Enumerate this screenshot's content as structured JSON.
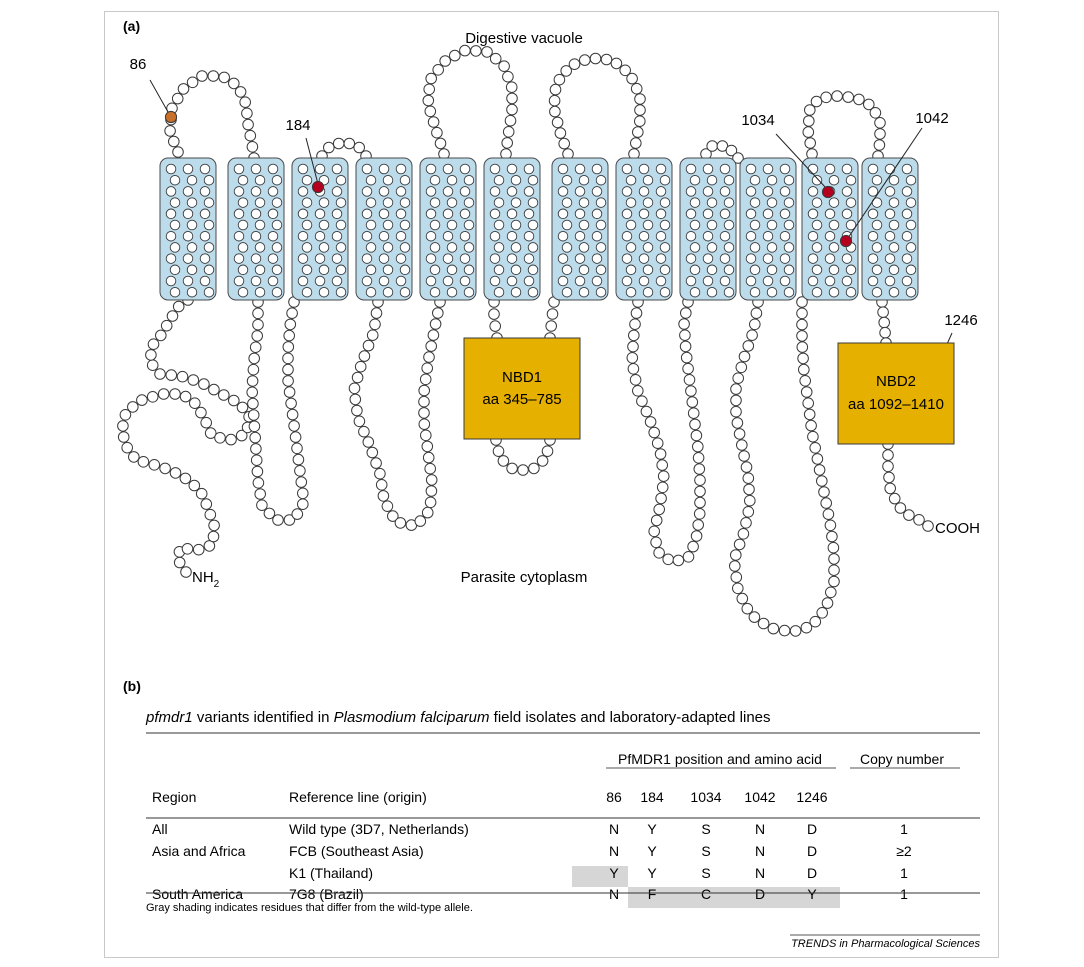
{
  "panel_a": {
    "label": "(a)",
    "top_label": "Digestive vacuole",
    "bottom_label": "Parasite cytoplasm",
    "n_terminus": "NH",
    "n_terminus_sub": "2",
    "c_terminus": "COOH",
    "nbd1": {
      "line1": "NBD1",
      "line2": "aa 345–785"
    },
    "nbd2": {
      "line1": "NBD2",
      "line2": "aa 1092–1410"
    },
    "positions": [
      "86",
      "184",
      "1034",
      "1042",
      "1246"
    ],
    "colors": {
      "membrane": "#bcdcec",
      "membrane_border": "#4a4a4a",
      "nbd": "#e5b000",
      "pos86": "#c8702a",
      "mutation": "#b4001e"
    }
  },
  "panel_b": {
    "label": "(b)",
    "caption_italic1": "pfmdr1",
    "caption_mid": " variants identified in ",
    "caption_italic2": "Plasmodium falciparum",
    "caption_end": " field isolates and laboratory-adapted lines",
    "group_header": "PfMDR1 position and amino acid",
    "copy_header": "Copy number",
    "col_region": "Region",
    "col_reference": "Reference line (origin)",
    "positions": [
      "86",
      "184",
      "1034",
      "1042",
      "1246"
    ],
    "rows": [
      {
        "region": "All",
        "reference": "Wild type (3D7, Netherlands)",
        "aa": [
          "N",
          "Y",
          "S",
          "N",
          "D"
        ],
        "shaded": [
          false,
          false,
          false,
          false,
          false
        ],
        "copy": "1"
      },
      {
        "region": "Asia and Africa",
        "reference": "FCB (Southeast Asia)",
        "aa": [
          "N",
          "Y",
          "S",
          "N",
          "D"
        ],
        "shaded": [
          false,
          false,
          false,
          false,
          false
        ],
        "copy": "≥2"
      },
      {
        "region": "",
        "reference": "K1 (Thailand)",
        "aa": [
          "Y",
          "Y",
          "S",
          "N",
          "D"
        ],
        "shaded": [
          true,
          false,
          false,
          false,
          false
        ],
        "copy": "1"
      },
      {
        "region": "South America",
        "reference": "7G8 (Brazil)",
        "aa": [
          "N",
          "F",
          "C",
          "D",
          "Y"
        ],
        "shaded": [
          false,
          true,
          true,
          true,
          true
        ],
        "copy": "1"
      }
    ],
    "footnote": "Gray shading indicates residues that differ from the wild-type allele.",
    "source": "TRENDS in Pharmacological Sciences",
    "shade_color": "#d6d6d6"
  }
}
